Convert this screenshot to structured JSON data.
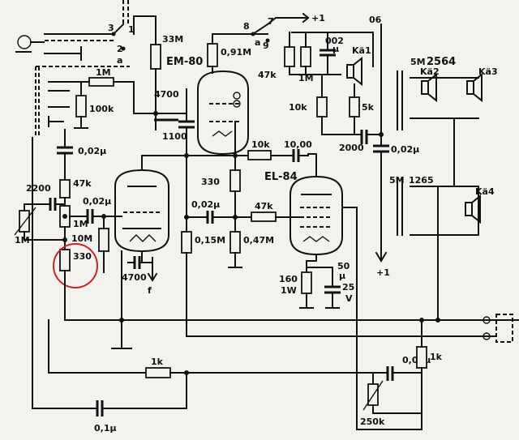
{
  "labels": {
    "sw_3": "3",
    "sw_1": "1",
    "sw_2": "2",
    "sw_a1": "a",
    "r_33M": "33M",
    "tube_em80": "EM-80",
    "r_091M": "0,91M",
    "sw_8": "8",
    "sw_7": "7",
    "plus1_top": "+1",
    "sw_a2": "a",
    "sw_9": "9",
    "c_002u_top": "002",
    "c_002u_top_u": "μ",
    "r_47k_top": "47k",
    "r_1M_top": "1M",
    "ka1": "Kä1",
    "r_10k_mid": "10k",
    "r_5k": "5k",
    "r_1M_in": "1M",
    "r_100k": "100k",
    "c_4700_em": "4700",
    "c_1100": "1100",
    "r_10k_plate": "10k",
    "c_1000": "10,00",
    "c_2000": "2000",
    "c_002u_out": "0,02μ",
    "tr_5M": "5M",
    "tr_2564": "2564",
    "ka2": "Kä2",
    "ka3": "Kä3",
    "tube_el84": "EL-84",
    "r_330_mid": "330",
    "c_002u_in": "0,02μ",
    "r_47k_mid": "47k",
    "r_047M": "0,47M",
    "r_015M": "0,15M",
    "c_002u_grid": "0,02μ",
    "c_002u_left": "0,02μ",
    "r_2200": "2200",
    "r_47k_left": "47k",
    "r_1M_pot": "1M",
    "r_1M_low": "1M",
    "r_10M": "10M",
    "r_330_circled": "330",
    "c_4700_cath": "4700",
    "f_label": "f",
    "r_160": "160",
    "r_1W": "1W",
    "c_50u": "50",
    "c_50u_u": "μ",
    "c_25v": "25",
    "c_25v_v": "V",
    "tr_5M_low": "5M",
    "tr_1265": "1265",
    "ka4": "Kä4",
    "plus1_bottom": "+1",
    "r_1k_bottom": "1k",
    "c_01u": "0,1μ",
    "c_005u": "0,05μ",
    "r_1k_right": "1k",
    "r_250k": "250k",
    "out_06": "06"
  },
  "colors": {
    "ink": "#111111",
    "paper": "#f4f2ee",
    "highlight": "#cc2222"
  }
}
